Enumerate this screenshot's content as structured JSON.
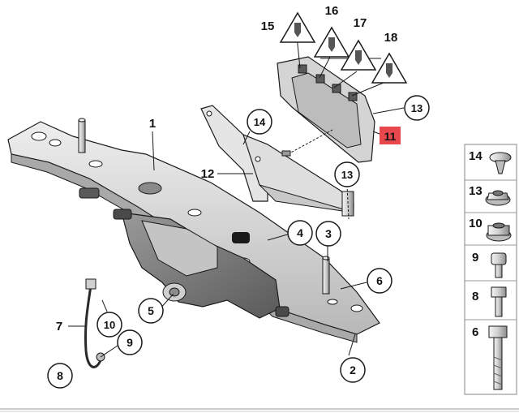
{
  "diagram": {
    "callouts": {
      "c1": "1",
      "c2": "2",
      "c3": "3",
      "c4": "4",
      "c5": "5",
      "c6": "6",
      "c7": "7",
      "c8": "8",
      "c9": "9",
      "c10": "10",
      "c11": "11",
      "c12": "12",
      "c13a": "13",
      "c13b": "13",
      "c14": "14",
      "c15": "15",
      "c16": "16",
      "c17": "17",
      "c18": "18"
    },
    "legend": [
      "14",
      "13",
      "10",
      "9",
      "8",
      "6"
    ],
    "colors": {
      "highlight": "#e8474c",
      "outline": "#1a1a1a",
      "part_fill": "#d9d9d9",
      "legend_border": "#9a9a9a"
    }
  }
}
